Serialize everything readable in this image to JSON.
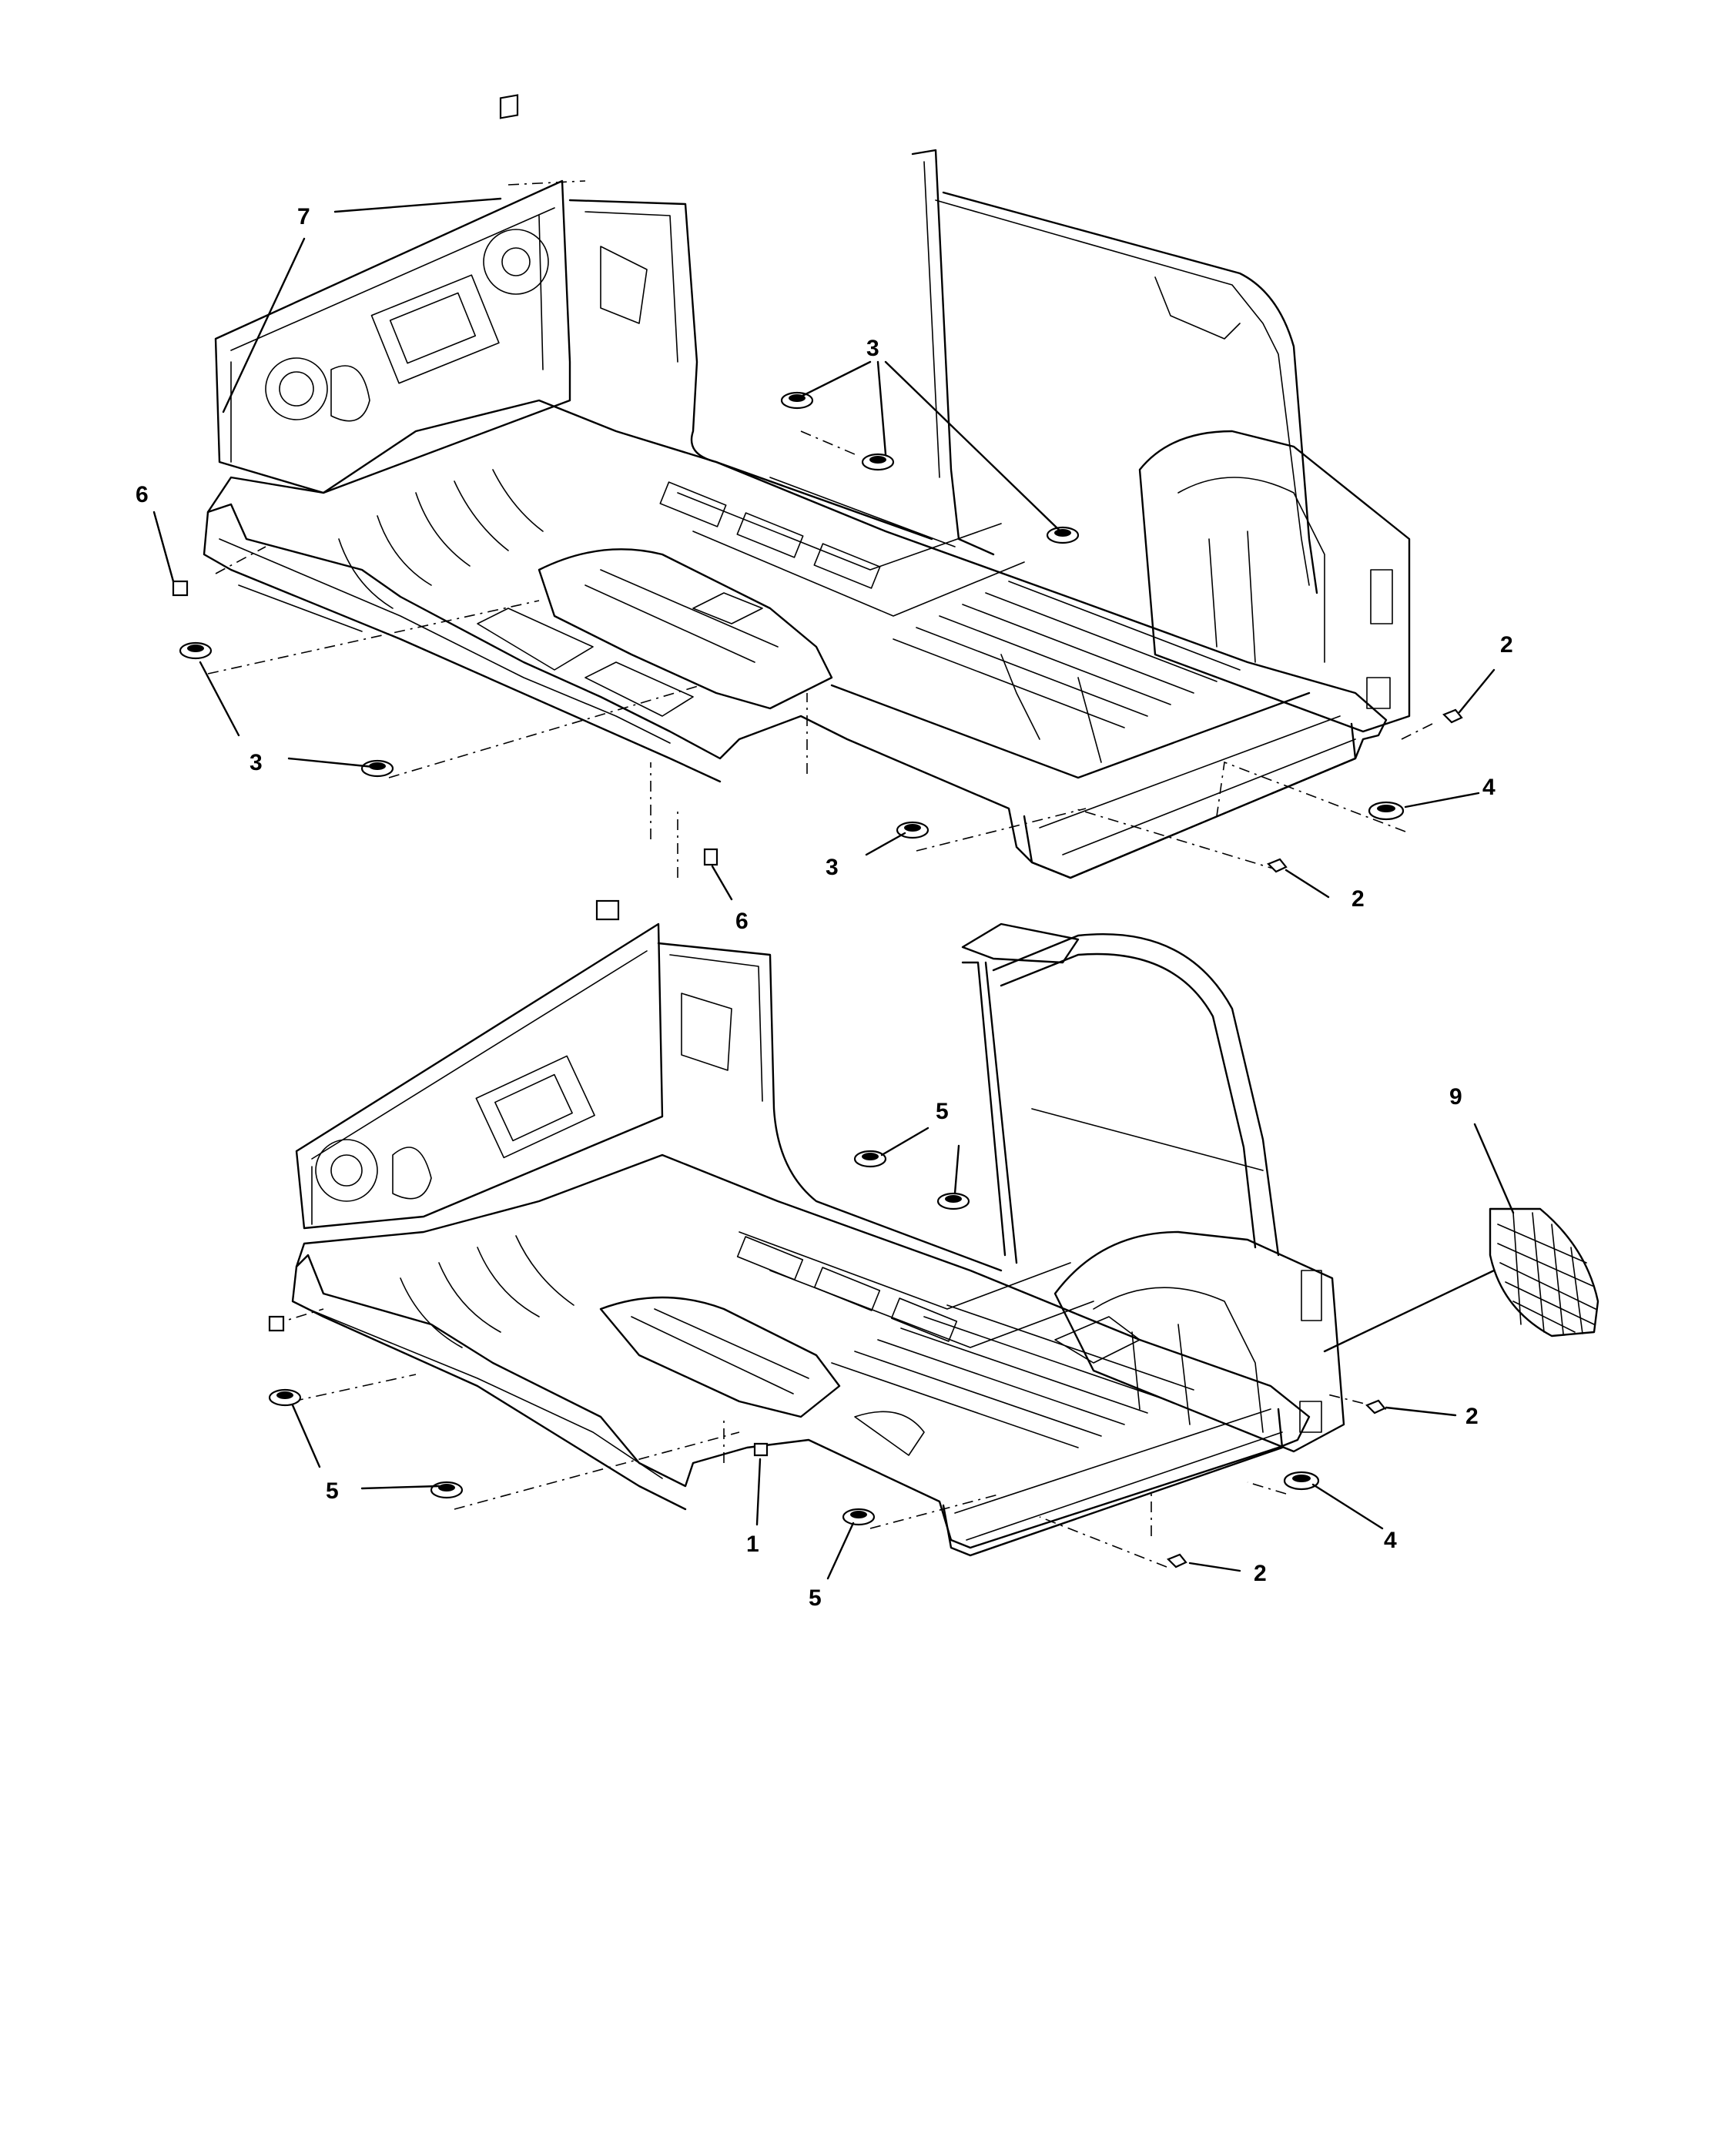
{
  "diagram": {
    "callouts": [
      {
        "id": "c7",
        "label": "7"
      },
      {
        "id": "c6a",
        "label": "6"
      },
      {
        "id": "c3a",
        "label": "3"
      },
      {
        "id": "c3b",
        "label": "3"
      },
      {
        "id": "c3c",
        "label": "3"
      },
      {
        "id": "c2a",
        "label": "2"
      },
      {
        "id": "c4a",
        "label": "4"
      },
      {
        "id": "c2b",
        "label": "2"
      },
      {
        "id": "c6b",
        "label": "6"
      },
      {
        "id": "c5a",
        "label": "5"
      },
      {
        "id": "c9",
        "label": "9"
      },
      {
        "id": "c2c",
        "label": "2"
      },
      {
        "id": "c5b",
        "label": "5"
      },
      {
        "id": "c1",
        "label": "1"
      },
      {
        "id": "c5c",
        "label": "5"
      },
      {
        "id": "c4b",
        "label": "4"
      },
      {
        "id": "c2d",
        "label": "2"
      }
    ]
  }
}
